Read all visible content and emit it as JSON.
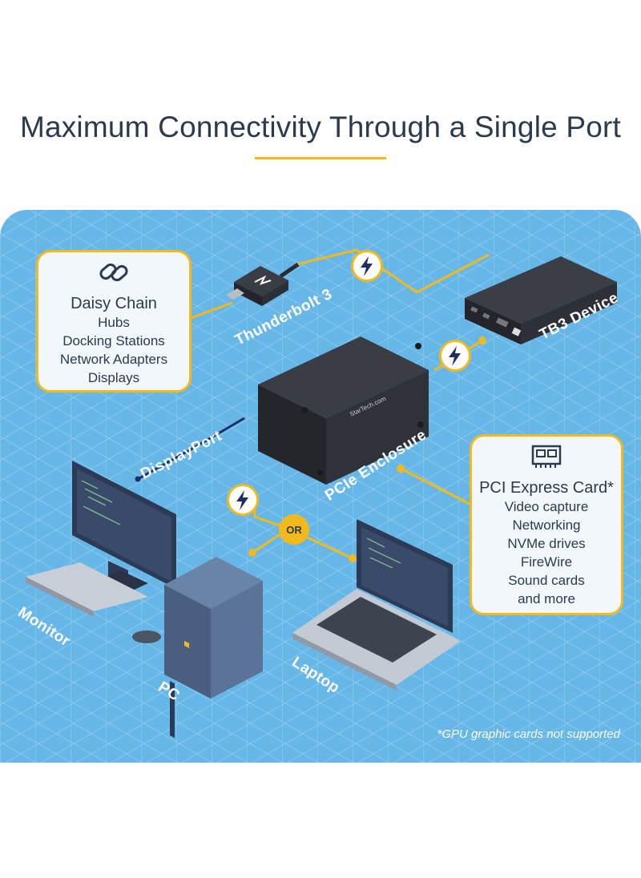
{
  "title": "Maximum Connectivity Through a Single Port",
  "daisy_chain": {
    "icon": "link-icon",
    "heading": "Daisy Chain",
    "items": [
      "Hubs",
      "Docking Stations",
      "Network Adapters",
      "Displays"
    ]
  },
  "pci_card": {
    "icon": "expansion-card-icon",
    "heading": "PCI Express Card*",
    "items": [
      "Video capture",
      "Networking",
      "NVMe drives",
      "FireWire",
      "Sound cards",
      "and more"
    ]
  },
  "labels": {
    "thunderbolt": "Thunderbolt 3",
    "tb3_device": "TB3 Device",
    "displayport": "DisplayPort",
    "enclosure": "PCIe Enclosure",
    "monitor": "Monitor",
    "pc": "PC",
    "laptop": "Laptop",
    "or": "OR",
    "brand": "StarTech.com"
  },
  "footnote": "*GPU graphic cards not supported",
  "colors": {
    "accent": "#f2b91c",
    "background": "#66b6e8",
    "text": "#2b3a4f"
  }
}
